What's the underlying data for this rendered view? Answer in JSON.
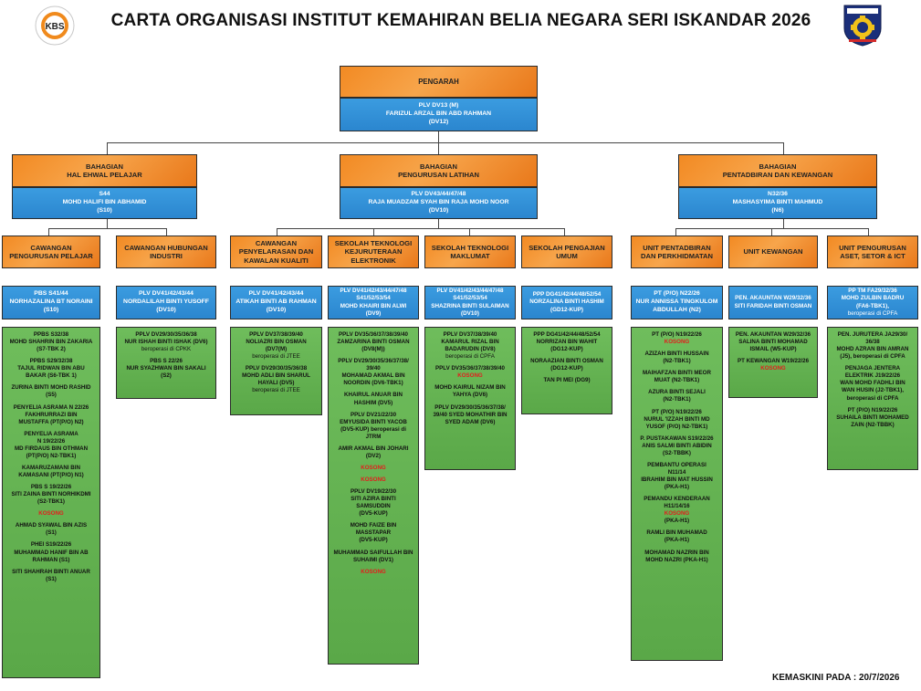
{
  "header": {
    "title": "CARTA ORGANISASI INSTITUT KEMAHIRAN BELIA NEGARA SERI ISKANDAR 2026",
    "logo_left_text": "KBS",
    "footer": "KEMASKINI PADA : 20/7/2026"
  },
  "colors": {
    "orange": "#f28a23",
    "blue": "#2b86cf",
    "green": "#5aa848",
    "vacant": "#e41d1d"
  },
  "top": {
    "title": "PENGARAH",
    "lines": [
      "PLV DV13 (M)",
      "FARIZUL ARZAL BIN ABD RAHMAN",
      "(DV12)"
    ]
  },
  "divisions": [
    {
      "title": [
        "BAHAGIAN",
        "HAL EHWAL PELAJAR"
      ],
      "lines": [
        "S44",
        "MOHD HALIFI BIN ABHAMID",
        "(S10)"
      ]
    },
    {
      "title": [
        "BAHAGIAN",
        "PENGURUSAN LATIHAN"
      ],
      "lines": [
        "PLV DV43/44/47/48",
        "RAJA MUADZAM SYAH BIN RAJA MOHD NOOR",
        "(DV10)"
      ]
    },
    {
      "title": [
        "BAHAGIAN",
        "PENTADBIRAN DAN KEWANGAN"
      ],
      "lines": [
        "N32/36",
        "MASHASYIMA BINTI MAHMUD",
        "(N6)"
      ]
    }
  ],
  "units": [
    {
      "title": [
        "CAWANGAN",
        "PENGURUSAN PELAJAR"
      ],
      "lines": [
        "PBS S41/44",
        "NORHAZALINA BT NORAINI",
        "(S10)"
      ],
      "staff": [
        [
          "PPBS S32/38",
          "MOHD SHAHRIN BIN ZAKARIA",
          "(S7-TBK 2)"
        ],
        [
          "PPBS S29/32/38",
          "TAJUL RIDWAN BIN ABU",
          "BAKAR (S6-TBK 1)"
        ],
        [
          "ZURINA BINTI MOHD RASHID",
          "(S5)"
        ],
        [
          "PENYELIA ASRAMA N 22/26",
          "FAKHRURRAZI BIN",
          "MUSTAFFA (PT(P/O) N2)"
        ],
        [
          "PENYELIA ASRAMA",
          "N 19/22/26",
          "MD FIRDAUS BIN OTHMAN",
          "(PT(P/O) N2-TBK1)"
        ],
        [
          "KAMARUZAMANI BIN",
          "KAMASANI (PT(P/O) N1)"
        ],
        [
          "PBS S 19/22/26",
          "SITI ZAINA BINTI NORHIKDMI",
          "(S2-TBK1)"
        ],
        [
          "KOSONG"
        ],
        [
          "AHMAD SYAWAL BIN AZIS",
          "(S1)"
        ],
        [
          "PHEI S19/22/26",
          "MUHAMMAD HANIF BIN AB",
          "RAHMAN (S1)"
        ],
        [
          "SITI SHAHRAH BINTI ANUAR",
          "(S1)"
        ]
      ]
    },
    {
      "title": [
        "CAWANGAN HUBUNGAN",
        "INDUSTRI"
      ],
      "lines": [
        "PLV DV41/42/43/44",
        "NORDALILAH BINTI YUSOFF",
        "(DV10)"
      ],
      "staff": [
        [
          "PPLV DV29/30/35/36/38",
          "NUR ISHAH BINTI ISHAK (DV6)",
          "beroperasi di CPKK"
        ],
        [
          "PBS S 22/26",
          "NUR SYAZHWAN BIN SAKALI",
          "(S2)"
        ]
      ]
    },
    {
      "title": [
        "CAWANGAN",
        "PENYELARASAN DAN",
        "KAWALAN KUALITI"
      ],
      "lines": [
        "PLV DV41/42/43/44",
        "ATIKAH BINTI AB RAHMAN",
        "(DV10)"
      ],
      "staff": [
        [
          "PPLV DV37/38/39/40",
          "NOLIAZRI BIN OSMAN",
          "(DV7(M)",
          "beroperasi di JTEE"
        ],
        [
          "PPLV DV29/30/35/36/38",
          "MOHD ADLI BIN SHARUL",
          "HAYALI (DV5)",
          "beroperasi di JTEE"
        ]
      ]
    },
    {
      "title": [
        "SEKOLAH TEKNOLOGI",
        "KEJURUTERAAN",
        "ELEKTRONIK"
      ],
      "lines": [
        "PLV DV41/42/43/44/47/48",
        "S41/52/53/54",
        "MOHD KHAIRI BIN ALWI",
        "(DV9)"
      ],
      "staff": [
        [
          "PPLV DV35/36/37/38/39/40",
          "ZAMZARINA BINTI OSMAN",
          "(DV8(M))"
        ],
        [
          "PPLV DV29/30/35/36/37/38/",
          "39/40",
          "MOHAMAD AKMAL BIN",
          "NOORDIN (DV6-TBK1)"
        ],
        [
          "KHAIRUL ANUAR BIN",
          "HASHIM (DV5)"
        ],
        [
          "PPLV DV21/22/30",
          "EMYUSIDA BINTI YACOB",
          "(DV5-KUP) beroperasi di",
          "JTRM"
        ],
        [
          "AMIR AKMAL BIN JOHARI",
          "(DV2)"
        ],
        [
          "KOSONG"
        ],
        [
          "KOSONG"
        ],
        [
          "PPLV DV19/22/30",
          "SITI AZIRA BINTI",
          "SAMSUDDIN",
          "(DV5-KUP)"
        ],
        [
          "MOHD FAIZE BIN",
          "MASSTAPAR",
          "(DV5-KUP)"
        ],
        [
          "MUHAMMAD SAIFULLAH BIN",
          "SUHAIMI (DV1)"
        ],
        [
          "KOSONG"
        ]
      ]
    },
    {
      "title": [
        "SEKOLAH TEKNOLOGI",
        "MAKLUMAT"
      ],
      "lines": [
        "PLV DV41/42/43/44/47/48",
        "S41/52/53/54",
        "SHAZRINA BINTI SULAIMAN",
        "(DV10)"
      ],
      "staff": [
        [
          "PPLV DV37/38/39/40",
          "KAMARUL RIZAL BIN",
          "BADARUDIN (DV8)",
          "beroperasi di CPFA"
        ],
        [
          "PPLV DV35/36/37/38/39/40",
          "KOSONG"
        ],
        [
          "MOHD KAIRUL NIZAM BIN",
          "YAHYA (DV6)"
        ],
        [
          "PPLV DV29/30/35/36/37/38/",
          "39/40 SYED MOHATHIR BIN",
          "SYED ADAM (DV6)"
        ]
      ]
    },
    {
      "title": [
        "SEKOLAH PENGAJIAN",
        "UMUM"
      ],
      "lines": [
        "PPP DG41/42/44/48/52/54",
        "NORZALINA BINTI HASHIM",
        "(GD12-KUP)"
      ],
      "staff": [
        [
          "PPP DG41/42/44/48/52/54",
          "NORRIZAN BIN WAHIT",
          "(DG12-KUP)"
        ],
        [
          "NORAAZIAN BINTI OSMAN",
          "(DG12-KUP)"
        ],
        [
          "TAN PI MEI (DG9)"
        ]
      ]
    },
    {
      "title": [
        "UNIT PENTADBIRAN",
        "DAN PERKHIDMATAN"
      ],
      "lines": [
        "PT (P/O) N22/26",
        "NUR ANNISSA TINGKULOM",
        "ABDULLAH (N2)"
      ],
      "staff": [
        [
          "PT (P/O) N19/22/26",
          "KOSONG"
        ],
        [
          "AZIZAH BINTI HUSSAIN",
          "(N2-TBK1)"
        ],
        [
          "MAIHAFZAN BINTI MEOR",
          "MUAT (N2-TBK1)"
        ],
        [
          "AZURA BINTI SEJALI",
          "(N2-TBK1)"
        ],
        [
          "PT (P/O) N19/22/26",
          "NURUL 'IZZAH BINTI MD",
          "YUSOF (P/O) N2-TBK1)"
        ],
        [
          "P. PUSTAKAWAN S19/22/26",
          "ANIS SALMI BINTI ABIDIN",
          "(S2-TBBK)"
        ],
        [
          "PEMBANTU OPERASI",
          "N11/14",
          "IBRAHIM BIN MAT HUSSIN",
          "(PKA-H1)"
        ],
        [
          "PEMANDU KENDERAAN",
          "H11/14/16",
          "KOSONG",
          "(PKA-H1)"
        ],
        [
          "RAMLI BIN MUHAMAD",
          "(PKA-H1)"
        ],
        [
          "MOHAMAD NAZRIN BIN",
          "MOHD NAZRI (PKA-H1)"
        ]
      ]
    },
    {
      "title": [
        "UNIT KEWANGAN"
      ],
      "lines": [
        "PEN. AKAUNTAN W29/32/36",
        "SITI FARIDAH BINTI OSMAN"
      ],
      "staff": [
        [
          "PEN. AKAUNTAN W29/32/36",
          "SALINA BINTI MOHAMAD",
          "ISMAIL (W5-KUP)"
        ],
        [
          "PT KEWANGAN W19/22/26",
          "KOSONG"
        ]
      ]
    },
    {
      "title": [
        "UNIT PENGURUSAN",
        "ASET, SETOR & ICT"
      ],
      "lines": [
        "PP TM FA29/32/36",
        "MOHD ZULBIN BADRU",
        "(FA6-TBK1),",
        "beroperasi di CPFA"
      ],
      "staff": [
        [
          "PEN. JURUTERA JA29/30/",
          "36/38",
          "MOHD AZRAN BIN AMRAN",
          "(J5), beroperasi di CPFA"
        ],
        [
          "PENJAGA JENTERA",
          "ELEKTRIK J19/22/26",
          "WAN MOHD FADHLI BIN",
          "WAN HUSIN (J2-TBK1),",
          "beroperasi di CPFA"
        ],
        [
          "PT (P/O) N19/22/26",
          "SUHAILA BINTI MOHAMED",
          "ZAIN (N2-TBBK)"
        ]
      ]
    }
  ]
}
